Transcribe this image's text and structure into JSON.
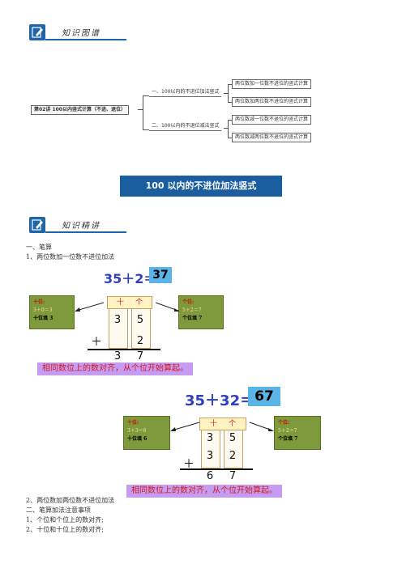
{
  "section1": {
    "title": "知识图谱"
  },
  "mindmap": {
    "root": "第02讲 100以内竖式计算（不进、退位）",
    "branches": [
      {
        "label": "一、100以内的不进位加法竖式",
        "leaves": [
          "两位数加一位数不进位的竖式计算",
          "两位数加两位数不进位的竖式计算"
        ]
      },
      {
        "label": "二、100以内的不退位减法竖式",
        "leaves": [
          "两位数减一位数不退位的竖式计算",
          "两位数减两位数不退位的竖式计算"
        ]
      }
    ]
  },
  "banner": "100 以内的不进位加法竖式",
  "section2": {
    "title": "知识精讲"
  },
  "body": {
    "l1": "一、笔算",
    "l2": "1、两位数加一位数不进位加法",
    "l3": "2、两位数加两位数不进位加法",
    "l4": "二、笔算加法注意事项",
    "l5": "1、个位和个位上的数对齐;",
    "l6": "2、十位和十位上的数对齐;"
  },
  "ex1": {
    "equation": "35＋2＝",
    "answer": "37",
    "left_note": {
      "t1": "十位:",
      "t2": "3＋0＝3",
      "t3": "十位填 3"
    },
    "right_note": {
      "t1": "个位:",
      "t2": "5＋2＝7",
      "t3": "个位填 7"
    },
    "header_tens": "十",
    "header_ones": "个",
    "top": [
      "3",
      "5"
    ],
    "bottom": [
      "",
      "2"
    ],
    "result": [
      "3",
      "7"
    ],
    "plus": "＋",
    "tip": "相同数位上的数对齐，从个位开始算起。"
  },
  "ex2": {
    "equation": "35＋32＝",
    "answer": "67",
    "left_note": {
      "t1": "十位:",
      "t2": "3＋3＝6",
      "t3": "十位填 6"
    },
    "right_note": {
      "t1": "个位:",
      "t2": "5＋2＝7",
      "t3": "个位填 7"
    },
    "header_tens": "十",
    "header_ones": "个",
    "top": [
      "3",
      "5"
    ],
    "bottom": [
      "3",
      "2"
    ],
    "result": [
      "6",
      "7"
    ],
    "plus": "＋",
    "tip": "相同数位上的数对齐，从个位开始算起。"
  },
  "colors": {
    "accent": "#1e66a8",
    "equation": "#2e3fbf",
    "answer_bg": "#5ab4e6",
    "note_bg": "#7e9a3c",
    "tip_bg": "#c69cf2",
    "tip_text": "#d21a1a"
  }
}
